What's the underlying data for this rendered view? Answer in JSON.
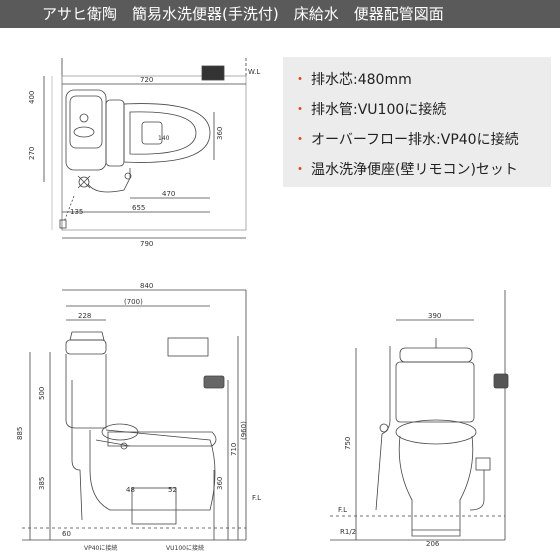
{
  "title": "アサヒ衛陶　簡易水洗便器(手洗付)　床給水　便器配管図面",
  "specs": [
    {
      "bullet": "・",
      "text": "排水芯:480mm"
    },
    {
      "bullet": "・",
      "text": "排水管:VU100に接続"
    },
    {
      "bullet": "・",
      "text": "オーバーフロー排水:VP40に接続"
    },
    {
      "bullet": "・",
      "text": "温水洗浄便座(壁リモコン)セット"
    }
  ],
  "top_view": {
    "wl": "W.L",
    "dims": {
      "w720": "720",
      "d400": "400",
      "d270": "270",
      "d360": "360",
      "d470": "470",
      "d655": "655",
      "d135": "135",
      "d790": "790",
      "d140": "140"
    }
  },
  "side_view": {
    "dims": {
      "d840": "840",
      "d700": "(700)",
      "d228": "228",
      "d500": "500",
      "d885": "885",
      "d385": "385",
      "d710": "710",
      "d960": "(960)",
      "d360": "360",
      "d48": "48",
      "d52": "52",
      "d60": "60"
    },
    "fl": "F.L",
    "vp40": "VP40に接続",
    "vu100": "VU100に接続"
  },
  "front_view": {
    "dims": {
      "d390": "390",
      "d750": "750",
      "d206": "206"
    },
    "fl": "F.L",
    "r12": "R1/2"
  }
}
